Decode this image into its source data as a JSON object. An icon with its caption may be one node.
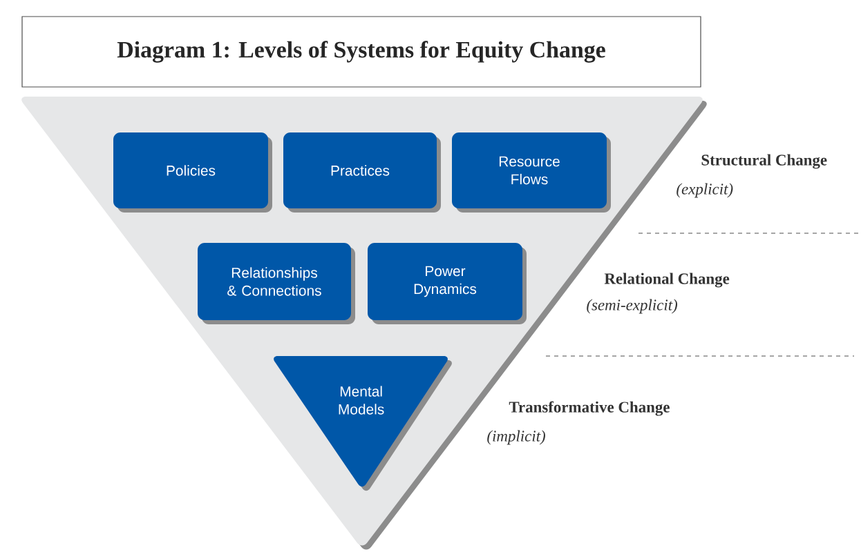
{
  "diagram": {
    "title": "Diagram 1: Levels of Systems for Equity Change",
    "nodes": [
      {
        "text": [],
        "shape": "triangle"
      },
      {
        "text": [
          "Policies"
        ],
        "in": 0
      },
      {
        "text": [
          "Practices"
        ],
        "in": 0
      },
      {
        "text": [
          "Resource Flows"
        ],
        "in": 0
      },
      {
        "text": [
          "Relationships & Connections"
        ],
        "in": 0
      },
      {
        "text": [
          "Power Dynamics"
        ],
        "in": 0
      },
      {
        "text": [
          "Mental Models"
        ],
        "in": 0
      }
    ],
    "labels": [
      "Structural Change",
      "(explicit)",
      "Relational Change",
      "(semi-explicit)",
      "Transformative Change",
      "(implicit)"
    ]
  }
}
